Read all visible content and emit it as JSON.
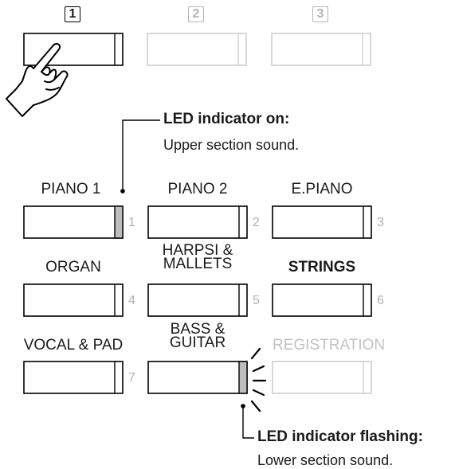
{
  "panels": {
    "labels": [
      "1",
      "2",
      "3"
    ],
    "selected": "1"
  },
  "callouts": {
    "upper": {
      "title": "LED indicator on:",
      "body": "Upper section sound."
    },
    "lower": {
      "title": "LED indicator flashing:",
      "body": "Lower section sound."
    }
  },
  "buttons": [
    {
      "label": "PIANO 1",
      "number": "1"
    },
    {
      "label": "PIANO 2",
      "number": "2"
    },
    {
      "label": "E.PIANO",
      "number": "3"
    },
    {
      "label": "ORGAN",
      "number": "4"
    },
    {
      "label_line1": "HARPSI &",
      "label_line2": "MALLETS",
      "number": "5"
    },
    {
      "label": "STRINGS",
      "number": "6"
    },
    {
      "label": "VOCAL & PAD",
      "number": "7"
    },
    {
      "label_line1": "BASS &",
      "label_line2": "GUITAR"
    },
    {
      "label": "REGISTRATION"
    }
  ],
  "colors": {
    "outline": "#000000",
    "dim_outline": "#c8c8c8",
    "led_on": "#bdbdbd"
  }
}
